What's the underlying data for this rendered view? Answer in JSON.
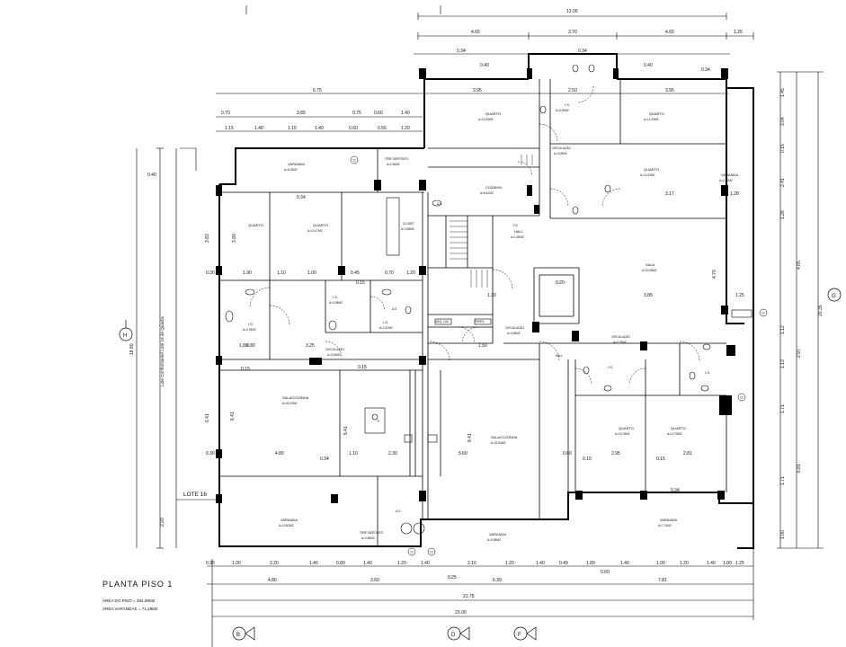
{
  "title": "PLANTA PISO 1",
  "area_notes": [
    "ÁREA DO PISO = 384,98M2",
    "ÁREA VARANDAS = 71,29M2"
  ],
  "lote_label": "LOTE 16",
  "side_label": "Lote Confrontante/ Lote 15 de Quadra",
  "axis_markers": [
    "H",
    "G",
    "B",
    "D",
    "F"
  ],
  "grid_tags": [
    "12",
    "12",
    "12",
    "13",
    "13"
  ],
  "top_dims": {
    "overall": "13.00",
    "parts": [
      "4.65",
      "3.70",
      "4.65",
      "1.25"
    ],
    "row2": [
      "0.34",
      "0.40",
      "0.34",
      "0.40",
      "0.34"
    ],
    "row3": [
      "6.75",
      "3.95",
      "2.50",
      "3.95"
    ],
    "row4": [
      "0.70",
      "3.85",
      "0.75",
      "0.60",
      "1.40",
      "1.15",
      "1.40",
      "1.15",
      "1.40",
      "0.60",
      "0.56",
      "1.20"
    ]
  },
  "bottom_dims": {
    "row1": [
      "0.30",
      "1.00",
      "2.20",
      "1.40",
      "0.80",
      "1.40",
      "1.20",
      "1.40",
      "2.10",
      "1.20",
      "1.40",
      "0.49",
      "1.89",
      "1.40",
      "1.00",
      "1.20",
      "1.40",
      "1.00",
      "1.25"
    ],
    "row2": [
      "4.80",
      "3.60",
      "0.25",
      "6.39",
      "7.81",
      "0.60"
    ],
    "row3": "21.75",
    "row4": "23.00"
  },
  "left_dims": [
    "0.40",
    "18.80",
    "3.83",
    "1.00",
    "6.41",
    "2.20"
  ],
  "right_dims": [
    "1.45",
    "3.04",
    "0.15",
    "2.41",
    "1.28",
    "4.65",
    "1.12",
    "1.13",
    "2.97",
    "20.35",
    "1.71",
    "6.81",
    "1.71",
    "1.00"
  ],
  "rooms": [
    {
      "name": "VARANDA",
      "area": "A=6,03M2"
    },
    {
      "name": "QUARTO",
      "area": "A=12,09M2"
    },
    {
      "name": "I.S.",
      "area": "A=3,90M2"
    },
    {
      "name": "QUARTO",
      "area": "A=12,29M2"
    },
    {
      "name": "TÉRF./DEPÓSITO",
      "area": "A=2,55M2"
    },
    {
      "name": "CIRCULAÇÃO",
      "area": "A=3,09M2"
    },
    {
      "name": "COZINHA",
      "area": "A=6,51M2"
    },
    {
      "name": "QUARTO",
      "area": "A=13,32M2"
    },
    {
      "name": "VARANDA",
      "area": "A=2,41M2"
    },
    {
      "name": "QUARTO",
      "area": ""
    },
    {
      "name": "QUARTO",
      "area": "A=10,47M2"
    },
    {
      "name": "CLOSET",
      "area": "A=3,58M2"
    },
    {
      "name": "T.S.",
      "area": ""
    },
    {
      "name": "HALL",
      "area": "A=1,90M2"
    },
    {
      "name": "SALA",
      "area": "A=20,36M2"
    },
    {
      "name": "I.S.",
      "area": "A=2,76M2"
    },
    {
      "name": "I.S.",
      "area": "A=2,09M2"
    },
    {
      "name": "I.S.",
      "area": "A=2,87M2"
    },
    {
      "name": "CIRCULAÇÃO",
      "area": "A=2,94M2"
    },
    {
      "name": "CIRCULAÇÃO",
      "area": "A=4,58M2"
    },
    {
      "name": "CIRCULAÇÃO",
      "area": "A=2,79M2"
    },
    {
      "name": "HALL",
      "area": ""
    },
    {
      "name": "I.S.",
      "area": ""
    },
    {
      "name": "I.S.",
      "area": ""
    },
    {
      "name": "SALA/COZINHA",
      "area": "A=40,23M2"
    },
    {
      "name": "SALA/COZINHA",
      "area": "A=32,63M2"
    },
    {
      "name": "QUARTO",
      "area": "A=10,76M2"
    },
    {
      "name": "QUARTO",
      "area": "A=13,78M2"
    },
    {
      "name": "VARANDA",
      "area": "A=10,83M2"
    },
    {
      "name": "TÉRF./DEPÓSITO",
      "area": "A=2,85M2"
    },
    {
      "name": "VARANDA",
      "area": "A=9,38M2"
    },
    {
      "name": "VARANDA",
      "area": "A=7,74M2"
    }
  ],
  "small_labels": [
    "A.G.",
    "P.",
    "A.P.",
    "MÁQ. LAV.",
    "PERFIL",
    "A.S."
  ],
  "interior_dims": [
    "1.90",
    "1.10",
    "1.00",
    "0.45",
    "0.70",
    "1.20",
    "0.15",
    "0.34",
    "0.30",
    "1.80",
    "0.15",
    "3.25",
    "1.50",
    "0.20",
    "0.15",
    "3.85",
    "1.25",
    "1.30",
    "0.80",
    "0.30",
    "2.30",
    "1.10",
    "4.80",
    "0.34",
    "0.60",
    "0.15",
    "2.95",
    "2.81",
    "0.15",
    "0.34",
    "3.17",
    "1.28",
    "5.41",
    "6.41",
    "8.41",
    "4.70",
    "3.80",
    "5.60"
  ]
}
